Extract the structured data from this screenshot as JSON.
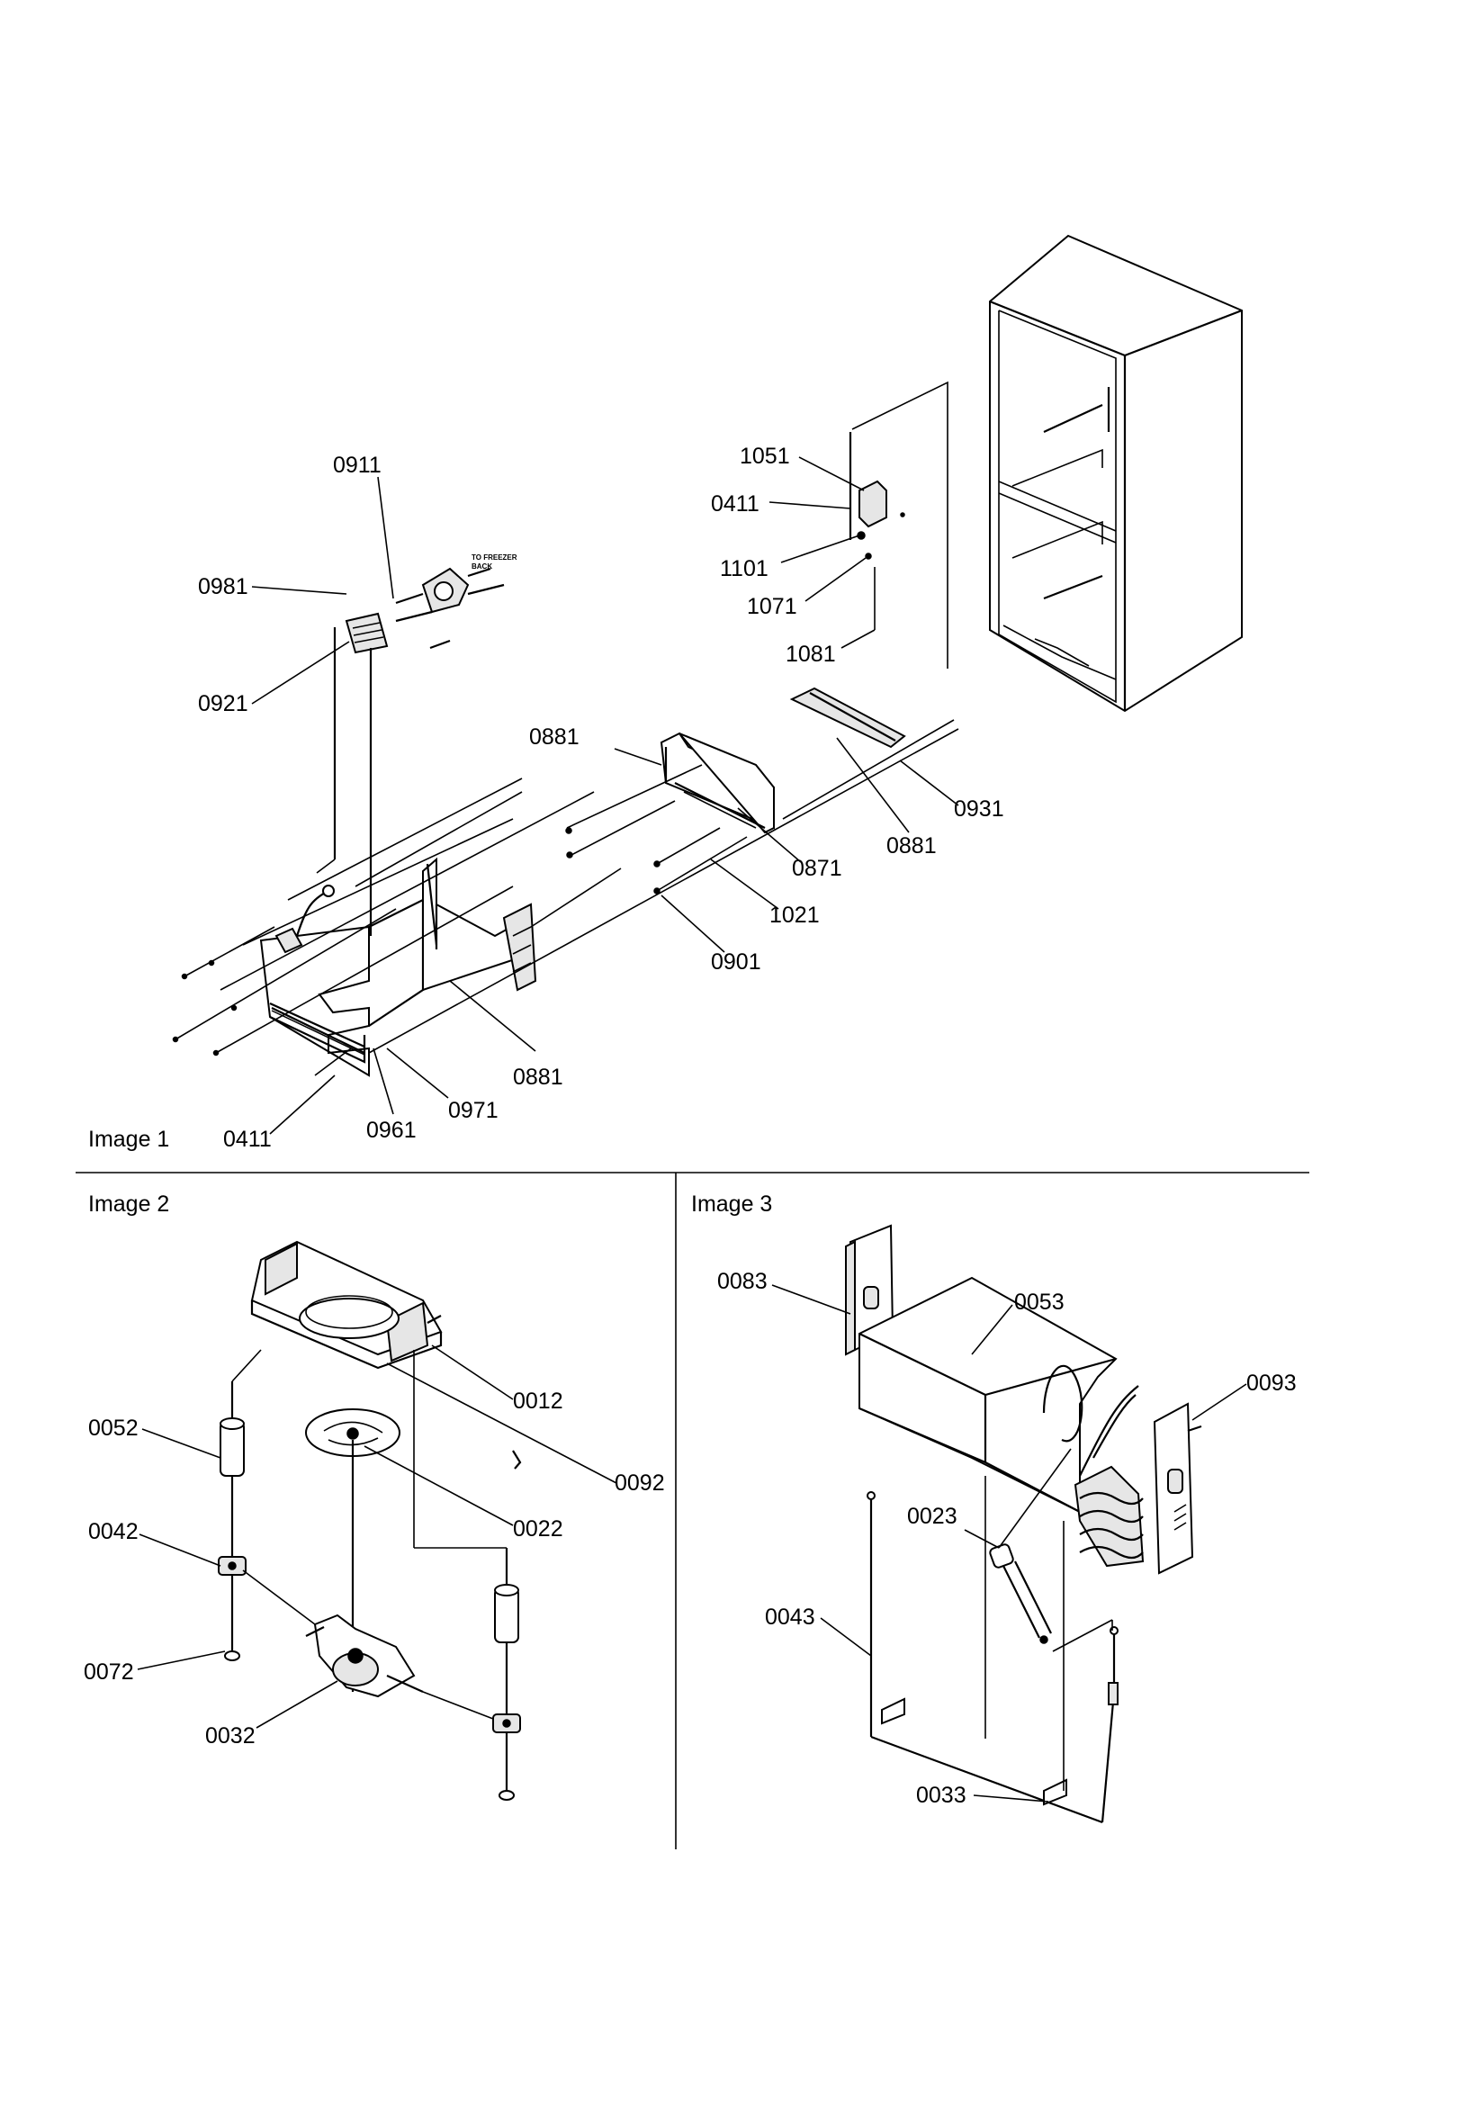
{
  "sections": [
    {
      "id": "image1",
      "label": "Image 1"
    },
    {
      "id": "image2",
      "label": "Image 2"
    },
    {
      "id": "image3",
      "label": "Image 3"
    }
  ],
  "notes": {
    "to_freezer_back_line1": "TO FREEZER",
    "to_freezer_back_line2": "BACK"
  },
  "image1_labels": [
    "0911",
    "0981",
    "0921",
    "1051",
    "0411",
    "1101",
    "1071",
    "1081",
    "0881",
    "0931",
    "0881",
    "0871",
    "1021",
    "0901",
    "0881",
    "0411",
    "0961",
    "0971"
  ],
  "image2_labels": [
    "0012",
    "0052",
    "0092",
    "0022",
    "0042",
    "0072",
    "0032"
  ],
  "image3_labels": [
    "0083",
    "0053",
    "0093",
    "0023",
    "0043",
    "0033"
  ]
}
